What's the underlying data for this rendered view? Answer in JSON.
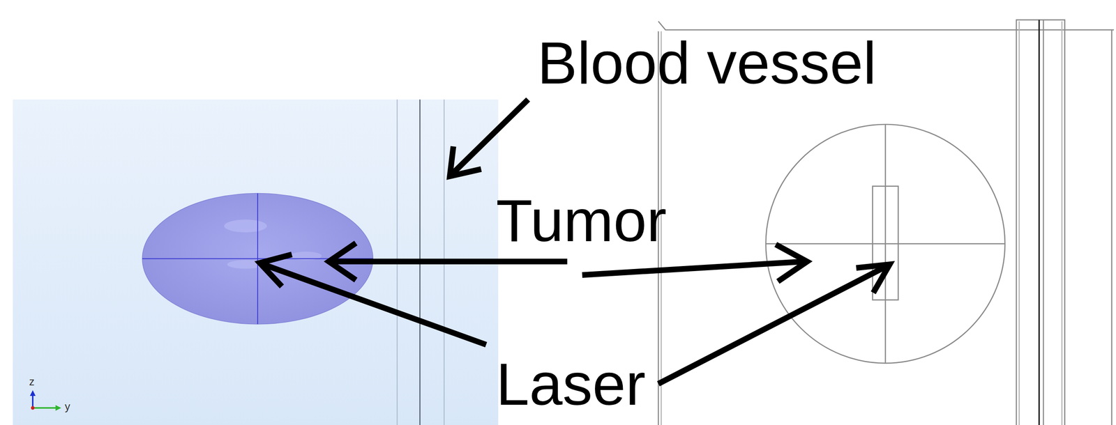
{
  "diagram": {
    "labels": [
      "Blood vessel",
      "Tumor",
      "Laser",
      "z",
      "y"
    ]
  }
}
